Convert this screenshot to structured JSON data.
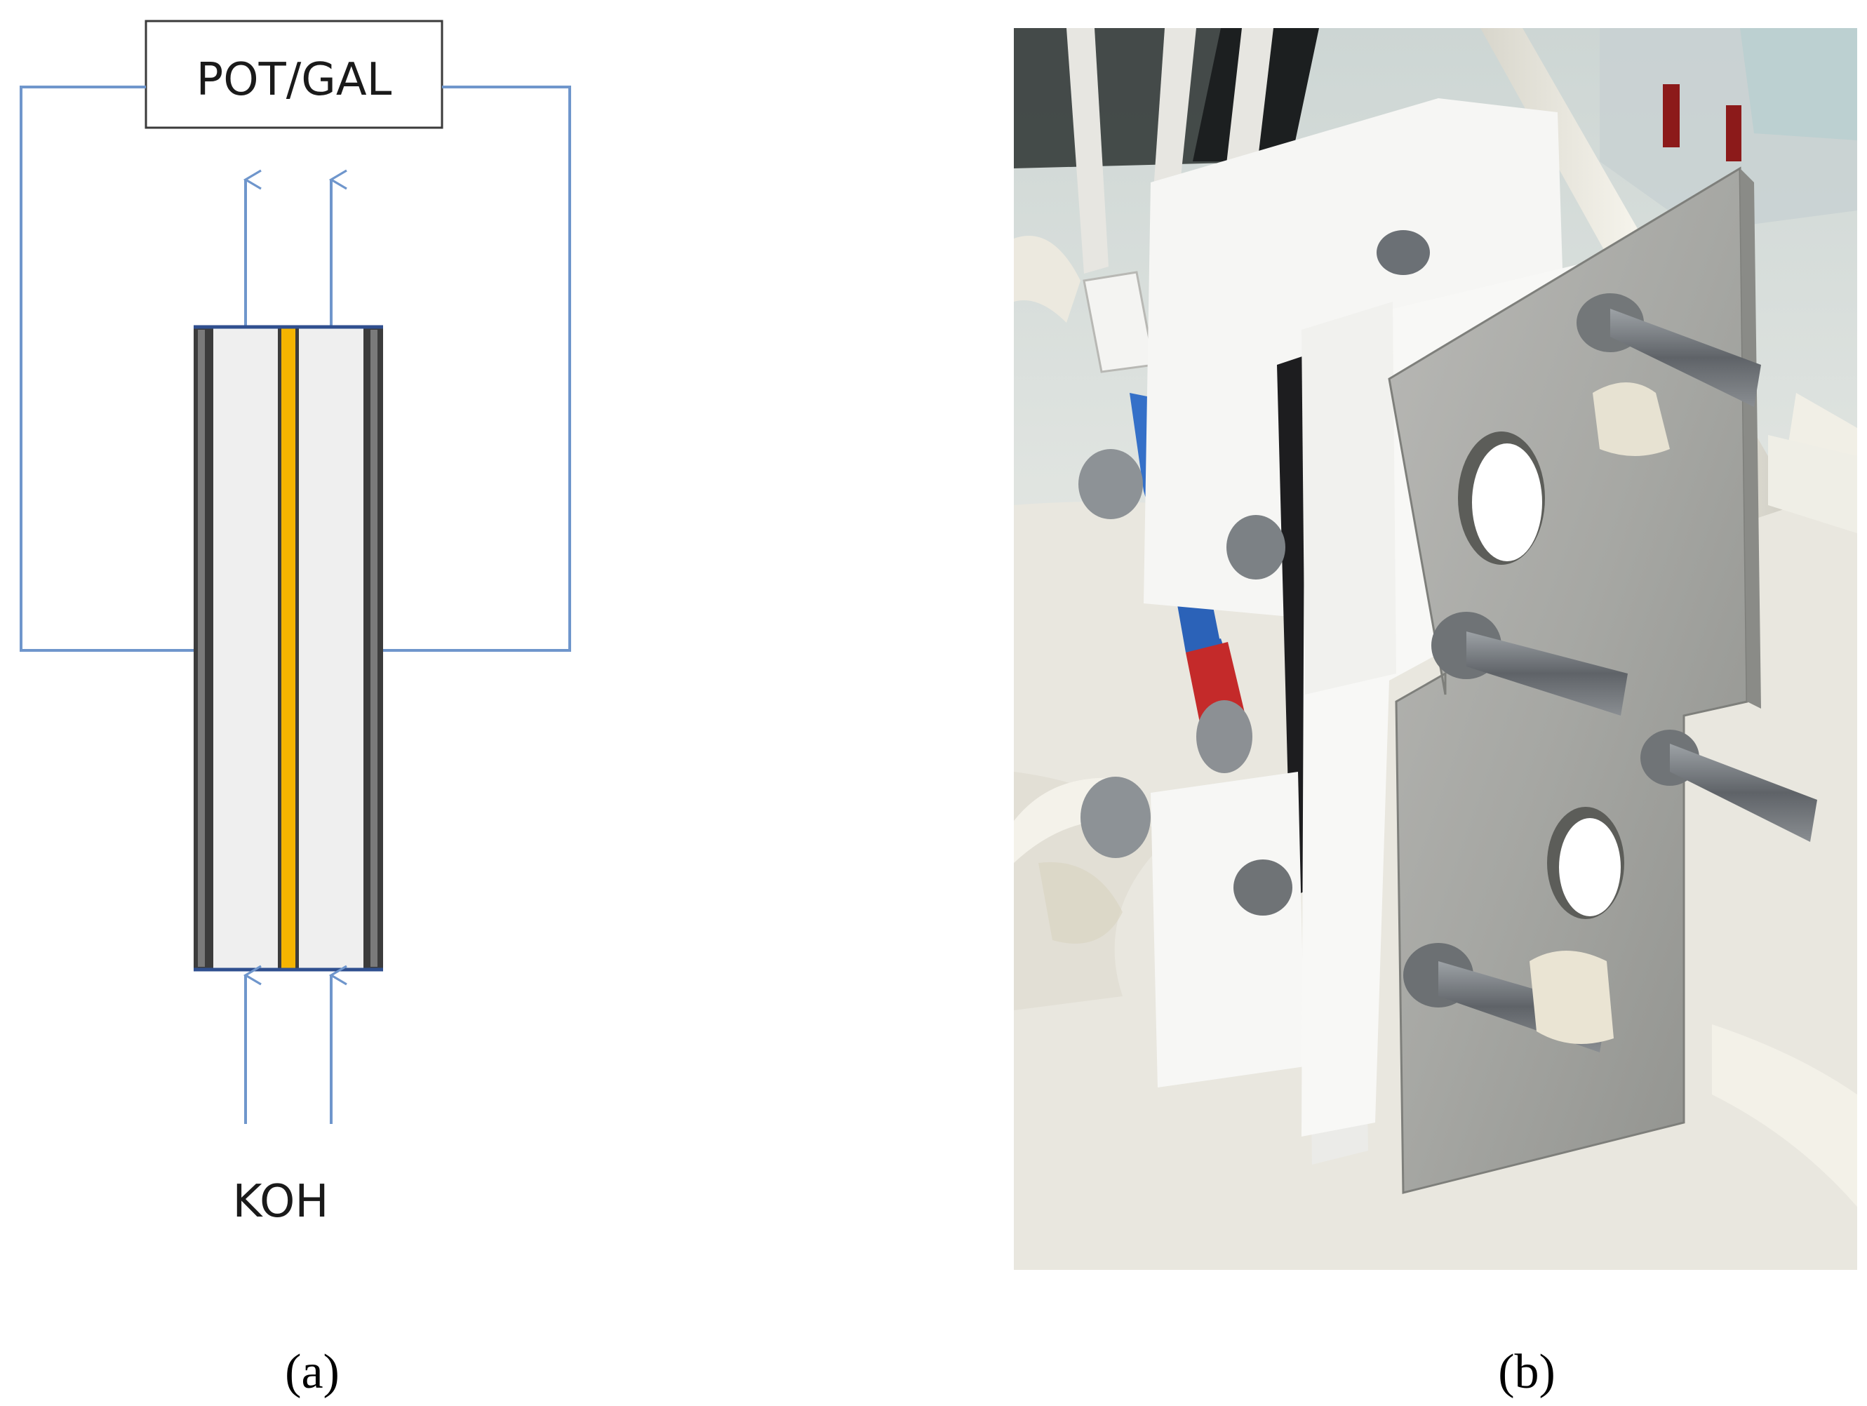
{
  "panel_a": {
    "box_label": "POT/GAL",
    "electrolyte_label": "KOH",
    "caption": "(a)"
  },
  "panel_b": {
    "caption": "(b)"
  },
  "colors": {
    "wire": "#6f96cc",
    "electrode": "#3c3c3c",
    "chamber": "#efefef",
    "membrane": "#f5b400",
    "cell_frame": "#2f4f8f"
  }
}
